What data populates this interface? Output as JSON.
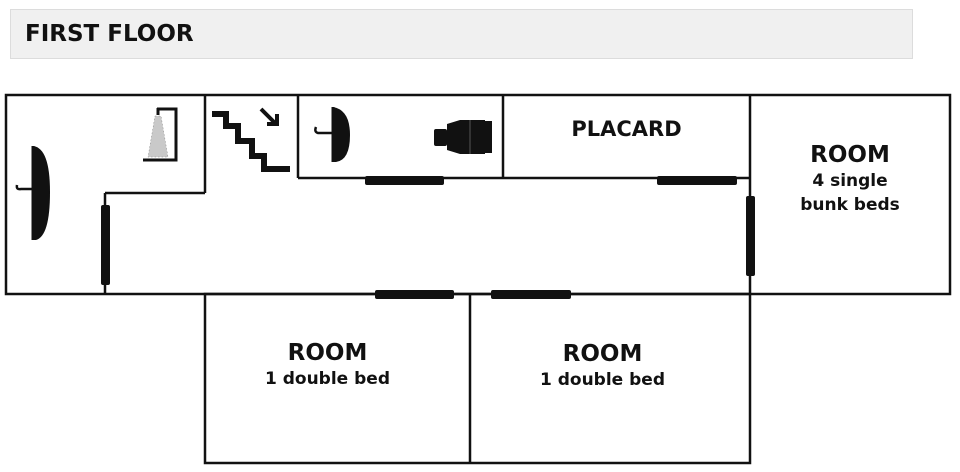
{
  "header": {
    "title": "FIRST FLOOR"
  },
  "rooms": [
    {
      "id": "bunk-room",
      "title": "ROOM",
      "line1": "4 single",
      "line2": "bunk beds"
    },
    {
      "id": "double-room-1",
      "title": "ROOM",
      "line1": "1 double bed"
    },
    {
      "id": "double-room-2",
      "title": "ROOM",
      "line1": "1 double bed"
    }
  ],
  "placard": {
    "label": "PLACARD"
  },
  "icons": {
    "shower": "shower-icon",
    "stairs": "stairs-down-icon",
    "washbasin_bath": "washbasin-icon",
    "washbasin_wc": "washbasin-icon",
    "toilet": "toilet-icon"
  },
  "colors": {
    "wall": "#111111",
    "banner_bg": "#f0f0f0",
    "banner_border": "#dcdcdc"
  }
}
